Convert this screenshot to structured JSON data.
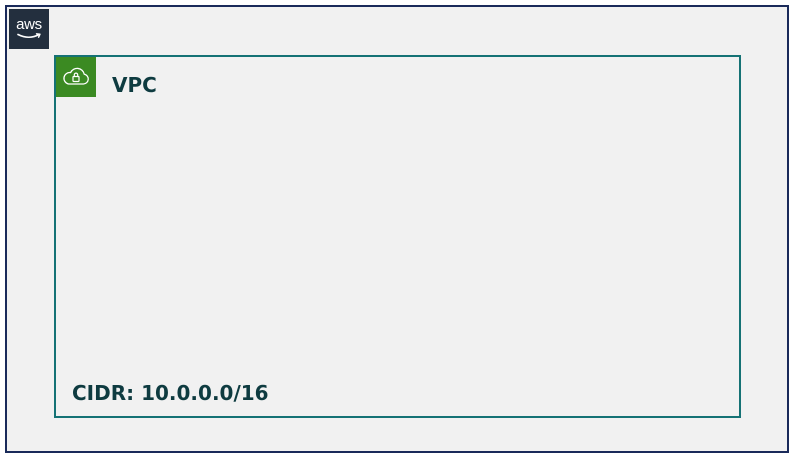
{
  "aws_logo": {
    "text": "aws",
    "icon": "aws-logo-icon",
    "background": "#232f3e"
  },
  "aws_cloud": {
    "border_color": "#1a2a5a"
  },
  "vpc": {
    "title": "VPC",
    "cidr": "CIDR: 10.0.0.0/16",
    "icon": "vpc-cloud-lock-icon",
    "icon_background": "#3b8a22",
    "border_color": "#157275",
    "text_color": "#0e3b40"
  }
}
